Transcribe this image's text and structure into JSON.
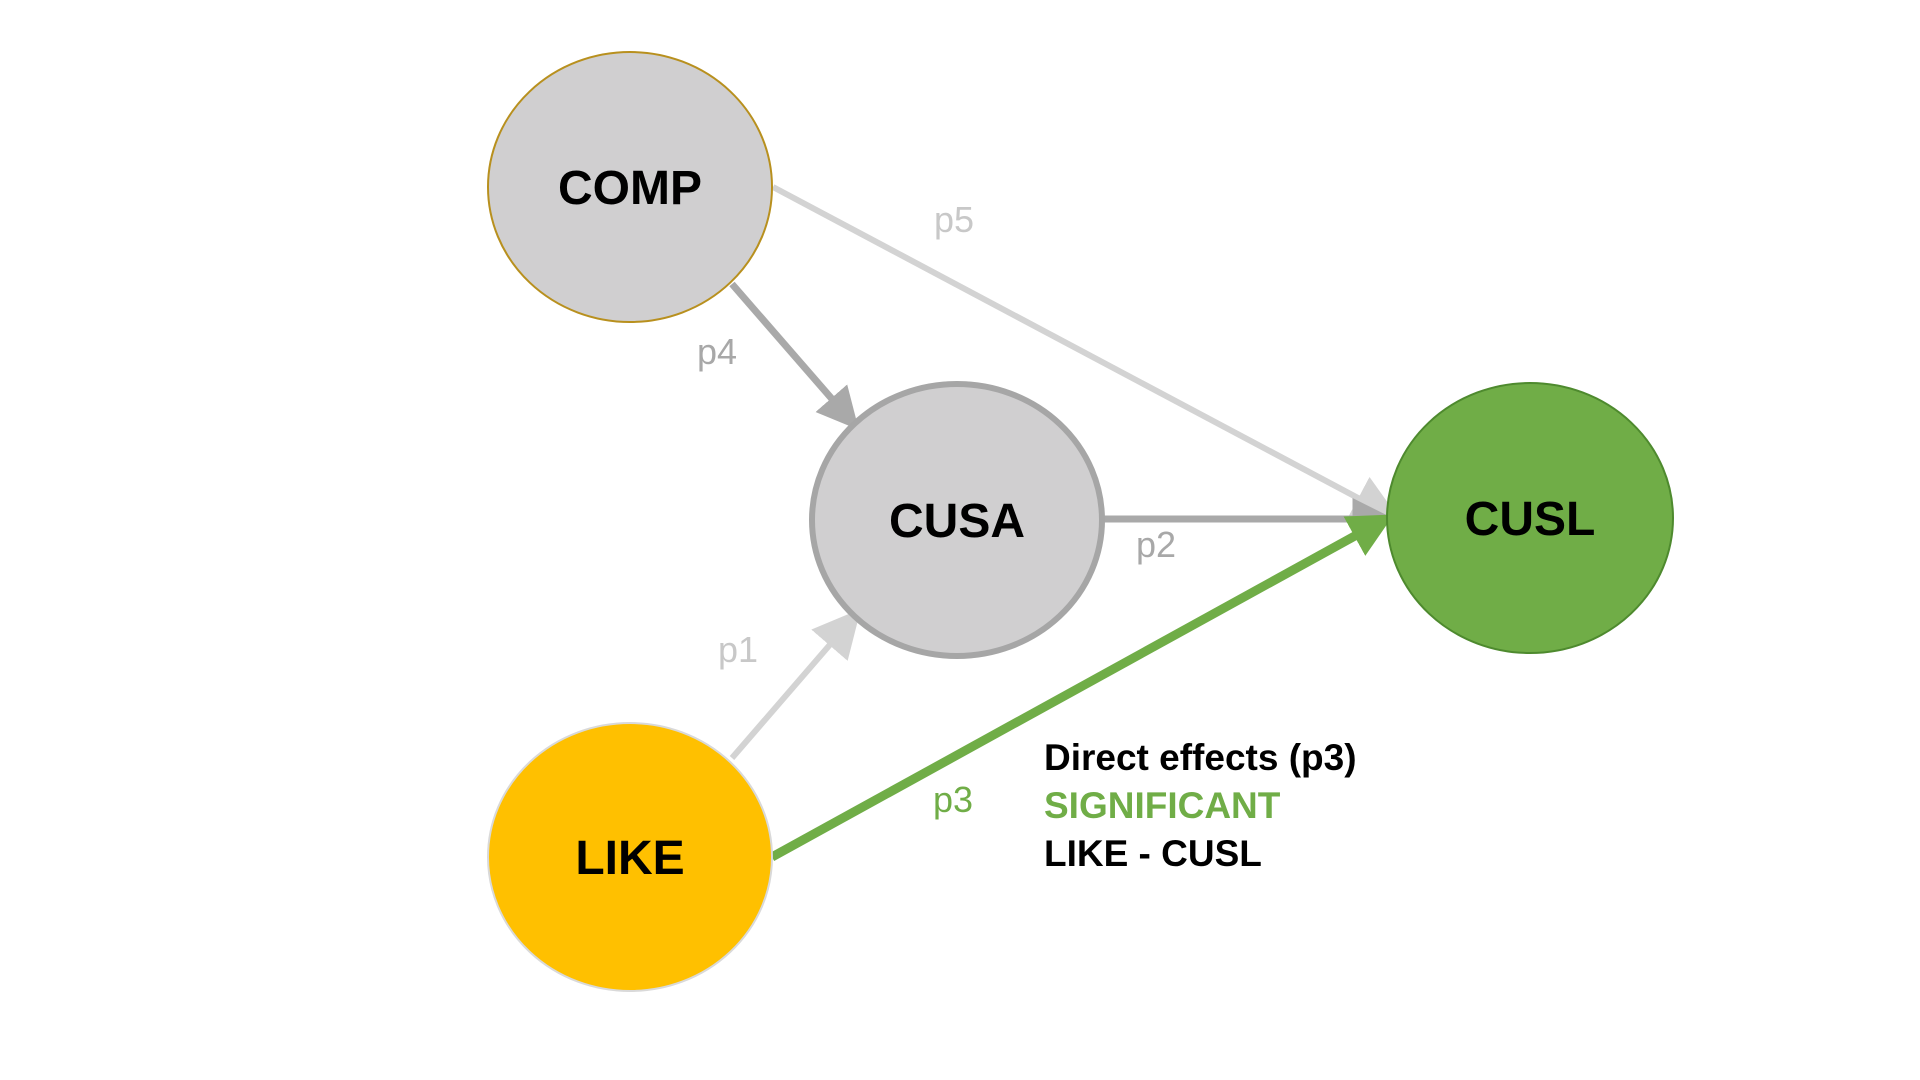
{
  "nodes": {
    "comp": {
      "label": "COMP",
      "fill": "#d0cfd0",
      "stroke": "#b8901e"
    },
    "cusa": {
      "label": "CUSA",
      "fill": "#d0cfd0",
      "stroke": "#a6a6a6"
    },
    "cusl": {
      "label": "CUSL",
      "fill": "#70ad47",
      "stroke": "#4e8a2e"
    },
    "like": {
      "label": "LIKE",
      "fill": "#ffc000",
      "stroke": "#d9d9d9"
    }
  },
  "paths": {
    "p1": {
      "label": "p1",
      "from": "LIKE",
      "to": "CUSA",
      "color": "#d3d3d3"
    },
    "p2": {
      "label": "p2",
      "from": "CUSA",
      "to": "CUSL",
      "color": "#a9a9a9"
    },
    "p3": {
      "label": "p3",
      "from": "LIKE",
      "to": "CUSL",
      "color": "#70ad47"
    },
    "p4": {
      "label": "p4",
      "from": "COMP",
      "to": "CUSA",
      "color": "#a9a9a9"
    },
    "p5": {
      "label": "p5",
      "from": "COMP",
      "to": "CUSL",
      "color": "#d3d3d3"
    }
  },
  "note": {
    "line1": "Direct effects (p3)",
    "line2": "SIGNIFICANT",
    "line3": "LIKE - CUSL"
  }
}
